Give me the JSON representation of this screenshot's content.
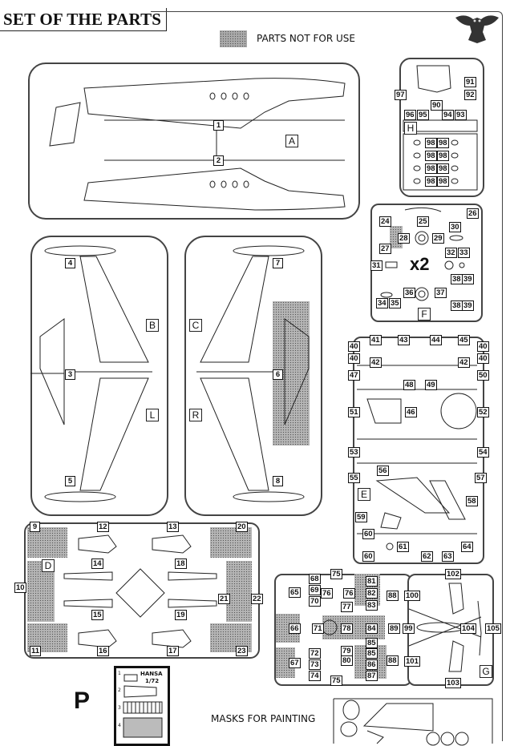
{
  "header": {
    "title": "SET OF THE PARTS",
    "legend_label": "PARTS NOT FOR USE",
    "logo_icon": "owl-icon"
  },
  "sprues": {
    "A": {
      "letter": "A",
      "parts": [
        "1",
        "2"
      ]
    },
    "B": {
      "letter": "B",
      "side_letter": "L",
      "parts": [
        "3",
        "4",
        "5"
      ]
    },
    "C": {
      "letter": "C",
      "side_letter": "R",
      "parts": [
        "6",
        "7",
        "8"
      ]
    },
    "D": {
      "letter": "D",
      "parts": [
        "9",
        "10",
        "11",
        "12",
        "13",
        "14",
        "15",
        "16",
        "17",
        "18",
        "19",
        "20",
        "21",
        "22",
        "23"
      ]
    },
    "E": {
      "letter": "E",
      "parts": [
        "40",
        "40",
        "41",
        "42",
        "43",
        "44",
        "45",
        "40",
        "40",
        "42",
        "47",
        "48",
        "49",
        "50",
        "51",
        "46",
        "52",
        "53",
        "54",
        "55",
        "56",
        "57",
        "58",
        "59",
        "60",
        "60",
        "61",
        "62",
        "63",
        "64"
      ]
    },
    "F": {
      "letter": "F",
      "multiplier": "x2",
      "parts": [
        "24",
        "25",
        "26",
        "27",
        "28",
        "29",
        "30",
        "31",
        "32",
        "33",
        "34",
        "35",
        "36",
        "37",
        "38",
        "39",
        "38",
        "39"
      ]
    },
    "G": {
      "letter": "G",
      "parts": [
        "65",
        "66",
        "67",
        "68",
        "69",
        "70",
        "71",
        "72",
        "73",
        "74",
        "75",
        "75",
        "76",
        "76",
        "77",
        "78",
        "79",
        "80",
        "81",
        "82",
        "83",
        "84",
        "85",
        "85",
        "86",
        "87",
        "88",
        "88",
        "89",
        "99",
        "100",
        "101",
        "102",
        "103",
        "104",
        "105"
      ]
    },
    "H": {
      "letter": "H",
      "parts": [
        "90",
        "91",
        "92",
        "93",
        "94",
        "95",
        "96",
        "97",
        "98",
        "98",
        "98",
        "98",
        "98",
        "98",
        "98",
        "98"
      ]
    }
  },
  "photo_etch": {
    "label": "P",
    "brand": "HANSA",
    "scale": "1/72",
    "rows": [
      "1",
      "2",
      "3",
      "4"
    ]
  },
  "masks": {
    "label": "MASKS FOR PAINTING"
  }
}
